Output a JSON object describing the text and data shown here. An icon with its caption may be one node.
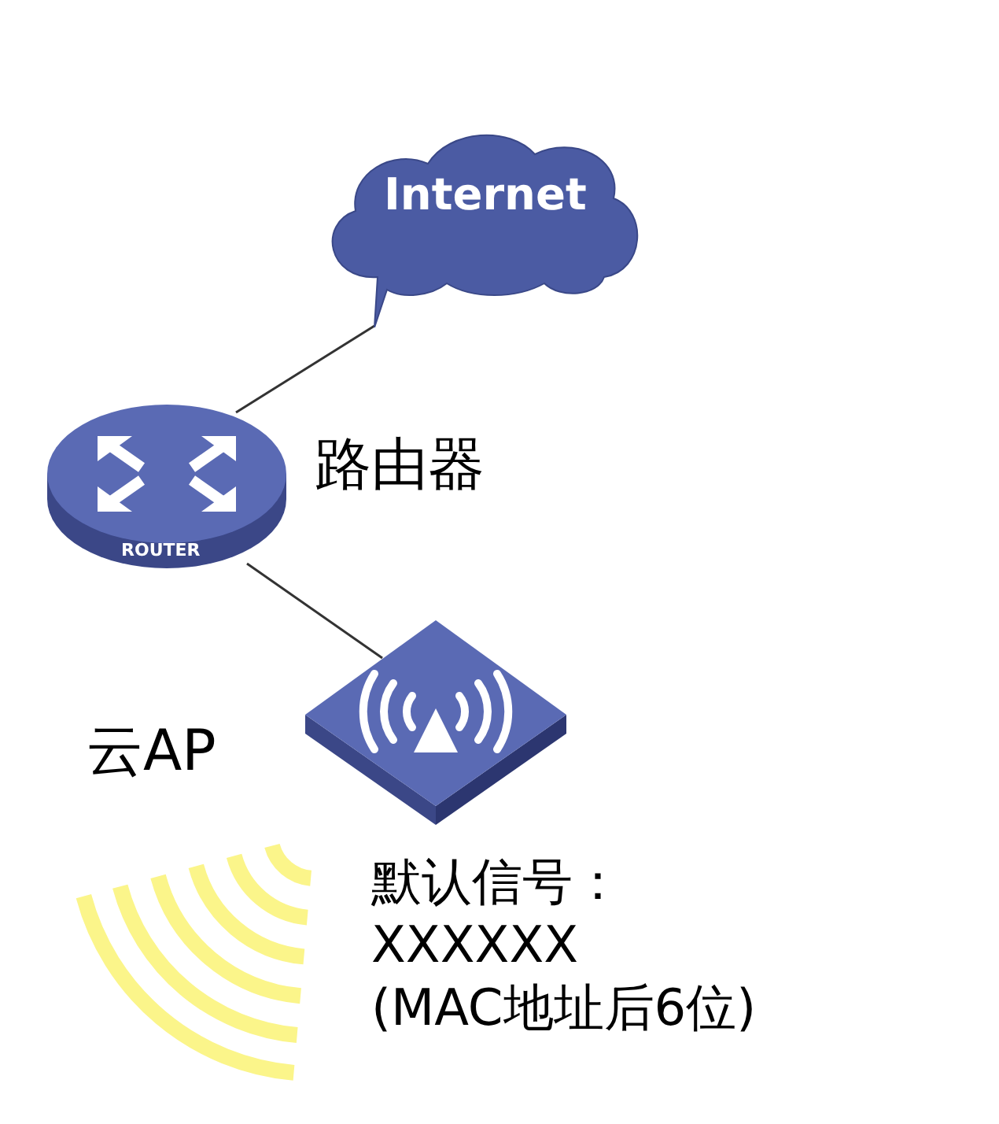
{
  "diagram": {
    "nodes": [
      {
        "text": [
          "Internet"
        ]
      },
      {
        "text": [
          "ROUTER"
        ],
        "beside": [
          "路由器"
        ]
      },
      {
        "text": [],
        "shape": "picture",
        "beside": [
          "云AP"
        ]
      }
    ],
    "edges": [
      {
        "from": 0,
        "to": 1,
        "arrow": "none"
      },
      {
        "from": 1,
        "to": 2,
        "arrow": "none"
      }
    ],
    "labels": [
      "默认信号：",
      "XXXXXX",
      "(MAC地址后6位)"
    ]
  }
}
